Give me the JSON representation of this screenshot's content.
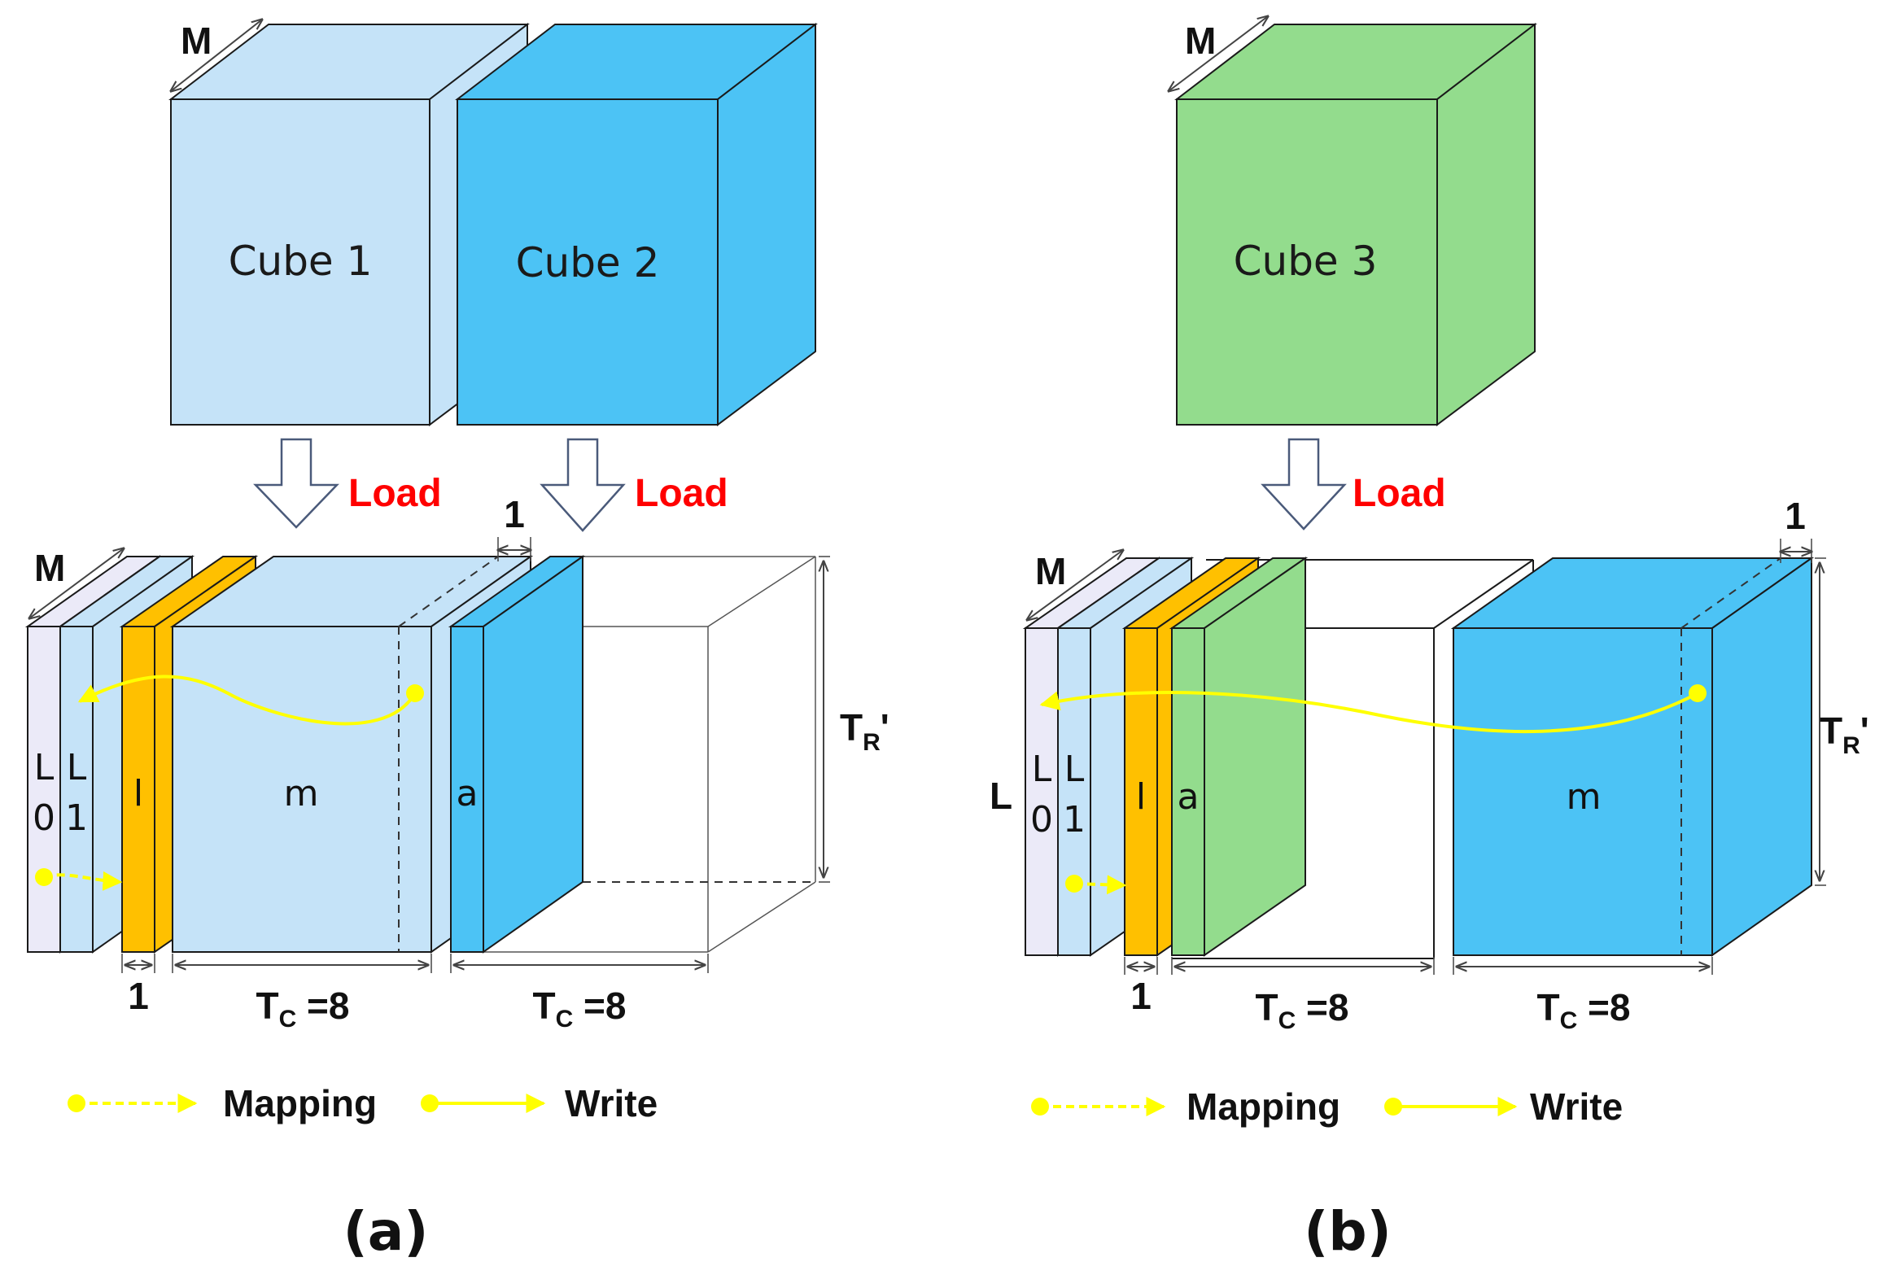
{
  "colors": {
    "light_blue": "#c5e3f8",
    "light_blue_side": "#c5e3f8",
    "blue": "#4cc3f5",
    "blue_dark": "#4cc3f5",
    "green": "#93dc8d",
    "orange": "#ffc000",
    "lavender": "#ebeaf8",
    "yellow": "#ffff00",
    "load_red": "#ff0000"
  },
  "panel_a": {
    "caption": "(a)",
    "cube1_label": "Cube 1",
    "cube2_label": "Cube 2",
    "depth_label_top": "M",
    "load1": "Load",
    "load2": "Load",
    "depth_label_bottom": "M",
    "one_top": "1",
    "slice_l0_a": "L",
    "slice_l0_b": "0",
    "slice_l1_a": "L",
    "slice_l1_b": "1",
    "slice_l": "l",
    "slice_m": "m",
    "slice_a": "a",
    "tr_main": "T",
    "tr_sub": "R",
    "tr_prime": "'",
    "one_bottom": "1",
    "tc1_main": "T",
    "tc1_sub": "C",
    "tc1_val": " =8",
    "tc2_main": "T",
    "tc2_sub": "C",
    "tc2_val": " =8",
    "legend_mapping": "Mapping",
    "legend_write": "Write"
  },
  "panel_b": {
    "caption": "(b)",
    "cube3_label": "Cube 3",
    "depth_label_top": "M",
    "load": "Load",
    "depth_label_bottom": "M",
    "one_top": "1",
    "side_L": "L",
    "slice_l0_a": "L",
    "slice_l0_b": "0",
    "slice_l1_a": "L",
    "slice_l1_b": "1",
    "slice_l": "l",
    "slice_a": "a",
    "slice_m": "m",
    "tr_main": "T",
    "tr_sub": "R",
    "tr_prime": "'",
    "one_bottom": "1",
    "tc1_main": "T",
    "tc1_sub": "C",
    "tc1_val": " =8",
    "tc2_main": "T",
    "tc2_sub": "C",
    "tc2_val": " =8",
    "legend_mapping": "Mapping",
    "legend_write": "Write"
  }
}
